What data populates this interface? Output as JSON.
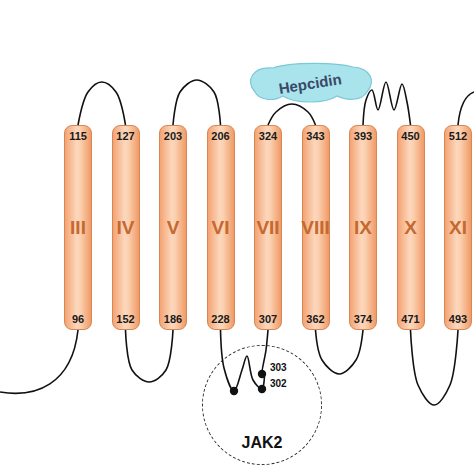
{
  "diagram": {
    "nodes": [
      {
        "text": [
          "Hepcidin"
        ]
      },
      {
        "text": [
          "115",
          "III",
          "96"
        ]
      },
      {
        "text": [
          "127",
          "IV",
          "152"
        ]
      },
      {
        "text": [
          "203",
          "V",
          "186"
        ]
      },
      {
        "text": [
          "206",
          "VI",
          "228"
        ]
      },
      {
        "text": [
          "324",
          "VII",
          "307"
        ]
      },
      {
        "text": [
          "343",
          "VIII",
          "362"
        ]
      },
      {
        "text": [
          "393",
          "IX",
          "374"
        ]
      },
      {
        "text": [
          "450",
          "X",
          "471"
        ]
      },
      {
        "text": [
          "512",
          "XI",
          "493"
        ]
      },
      {
        "text": [
          "JAK2"
        ]
      }
    ],
    "edges": [
      {
        "from": 1,
        "to": 2,
        "arrow": "none"
      },
      {
        "from": 2,
        "to": 3,
        "arrow": "none"
      },
      {
        "from": 3,
        "to": 4,
        "arrow": "none"
      },
      {
        "from": 4,
        "to": 5,
        "arrow": "none"
      },
      {
        "from": 5,
        "to": 6,
        "arrow": "none"
      },
      {
        "from": 6,
        "to": 7,
        "arrow": "none"
      },
      {
        "from": 7,
        "to": 8,
        "arrow": "none"
      },
      {
        "from": 8,
        "to": 9,
        "arrow": "none"
      }
    ],
    "labels": [
      "303",
      "302"
    ]
  }
}
